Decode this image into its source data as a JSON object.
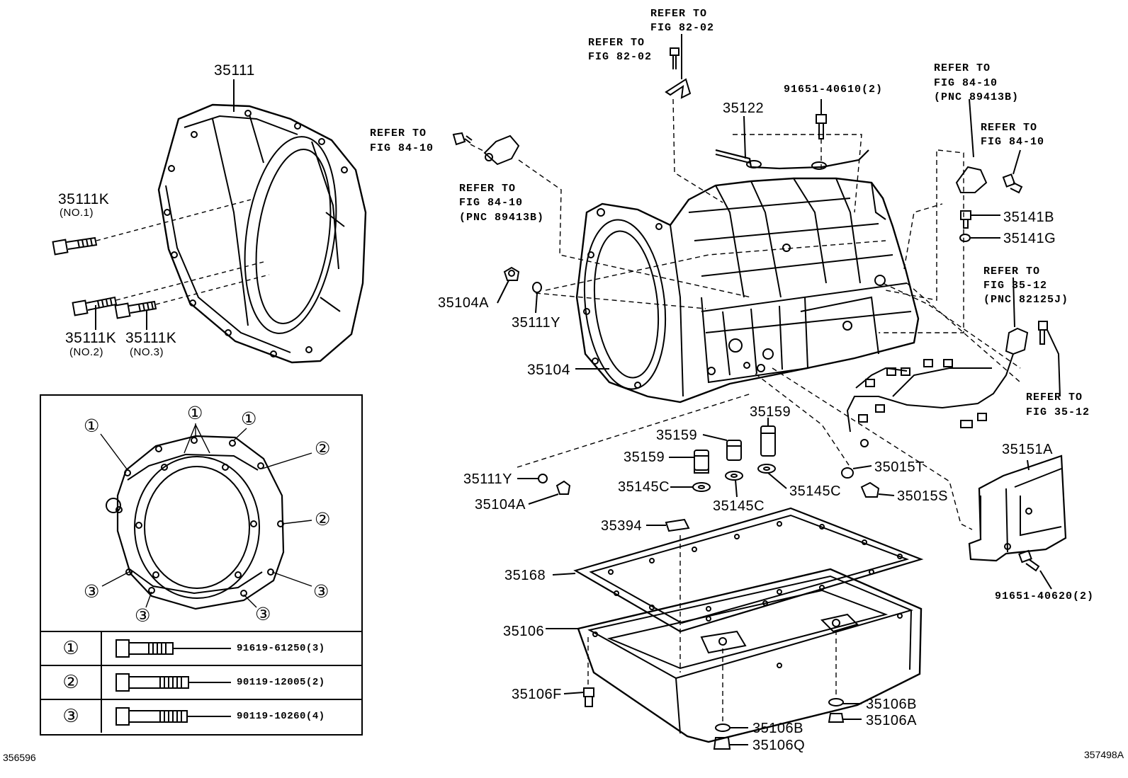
{
  "labels": {
    "bell_housing": "35111",
    "bolt_k_no1": "35111K",
    "bolt_k_no1_note": "(NO.1)",
    "bolt_k_no2": "35111K",
    "bolt_k_no2_note": "(NO.2)",
    "bolt_k_no3": "35111K",
    "bolt_k_no3_note": "(NO.3)",
    "refer_82_02_top_a": "REFER TO",
    "refer_82_02_top_b": "FIG 82-02",
    "refer_82_02_left_a": "REFER TO",
    "refer_82_02_left_b": "FIG 82-02",
    "refer_84_10_sensor_a": "REFER TO",
    "refer_84_10_sensor_b": "FIG 84-10",
    "refer_84_10_pnc_a": "REFER TO",
    "refer_84_10_pnc_b": "FIG 84-10",
    "refer_84_10_pnc_c": "(PNC 89413B)",
    "tube": "35122",
    "bolt_91651_40610": "91651-40610(2)",
    "refer_84_10_right_a": "REFER TO",
    "refer_84_10_right_b": "FIG 84-10",
    "refer_84_10_right_c": "(PNC 89413B)",
    "refer_84_10_bolt_a": "REFER TO",
    "refer_84_10_bolt_b": "FIG 84-10",
    "p35141b": "35141B",
    "p35141g": "35141G",
    "refer_35_12_a": "REFER TO",
    "refer_35_12_b": "FIG 35-12",
    "refer_35_12_c": "(PNC 82125J)",
    "refer_35_12_low_a": "REFER TO",
    "refer_35_12_low_b": "FIG 35-12",
    "p35104a_top": "35104A",
    "p35111y_top": "35111Y",
    "case": "35104",
    "p35159_a": "35159",
    "p35159_b": "35159",
    "p35159_c": "35159",
    "p35111y_low": "35111Y",
    "p35104a_low": "35104A",
    "p35145c_a": "35145C",
    "p35145c_b": "35145C",
    "p35145c_c": "35145C",
    "p35015t": "35015T",
    "p35015s": "35015S",
    "p35151a": "35151A",
    "p35394": "35394",
    "gasket": "35168",
    "oil_pan": "35106",
    "p35106f": "35106F",
    "p35106b_r": "35106B",
    "p35106a": "35106A",
    "p35106b_c": "35106B",
    "p35106q": "35106Q",
    "bolt_91651_40620": "91651-40620(2)",
    "code_left": "356596",
    "code_right": "357498A"
  },
  "inset": {
    "callout_1": "①",
    "callout_2": "②",
    "callout_3": "③",
    "rows": [
      {
        "symbol": "①",
        "part": "91619-61250(3)"
      },
      {
        "symbol": "②",
        "part": "90119-12005(2)"
      },
      {
        "symbol": "③",
        "part": "90119-10260(4)"
      }
    ]
  }
}
